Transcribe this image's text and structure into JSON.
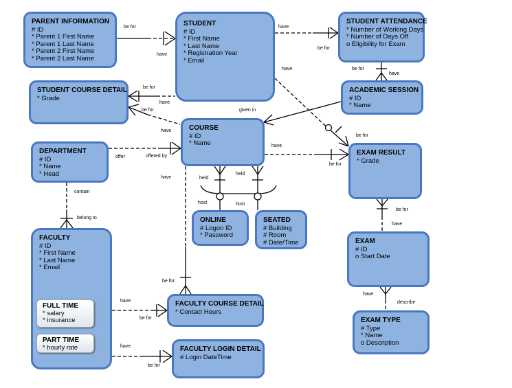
{
  "entities": {
    "parent": {
      "title": "PARENT INFORMATION",
      "attrs": [
        "# ID",
        "* Parent 1 First Name",
        "* Parent 1 Last Name",
        "* Parent 2 First Name",
        "* Parent 2 Last Name"
      ]
    },
    "student": {
      "title": "STUDENT",
      "attrs": [
        "# ID",
        "* First Name",
        "* Last Name",
        "* Registration Year",
        "* Email"
      ]
    },
    "attendance": {
      "title": "STUDENT ATTENDANCE",
      "attrs": [
        "* Number of Working Days",
        "* Number of Days Off",
        "o Eligibility for Exam"
      ]
    },
    "scd": {
      "title": "STUDENT COURSE DETAIL",
      "attrs": [
        "* Grade"
      ]
    },
    "session": {
      "title": "ACADEMIC SESSION",
      "attrs": [
        "# ID",
        "* Name"
      ]
    },
    "course": {
      "title": "COURSE",
      "attrs": [
        "# ID",
        "* Name"
      ]
    },
    "department": {
      "title": "DEPARTMENT",
      "attrs": [
        "# ID",
        "* Name",
        "* Head"
      ]
    },
    "examresult": {
      "title": "EXAM RESULT",
      "attrs": [
        "* Grade"
      ]
    },
    "online": {
      "title": "ONLINE",
      "attrs": [
        "# Logon ID",
        "* Password"
      ]
    },
    "seated": {
      "title": "SEATED",
      "attrs": [
        "# Building",
        "# Room",
        "# Date/Time"
      ]
    },
    "faculty": {
      "title": "FACULTY",
      "attrs": [
        "# ID",
        "* First Name",
        "* Last Name",
        "* Email"
      ]
    },
    "exam": {
      "title": "EXAM",
      "attrs": [
        "# ID",
        "o Start Date"
      ]
    },
    "fcd": {
      "title": "FACULTY COURSE DETAIL",
      "attrs": [
        "* Contact Hours"
      ]
    },
    "examtype": {
      "title": "EXAM TYPE",
      "attrs": [
        "# Type",
        "* Name",
        "o Description"
      ]
    },
    "fld": {
      "title": "FACULTY LOGIN DETAIL",
      "attrs": [
        "# Login DateTime"
      ]
    }
  },
  "subtypes": {
    "fulltime": {
      "title": "FULL TIME",
      "attrs": [
        "* salary",
        "* insurance"
      ]
    },
    "parttime": {
      "title": "PART TIME",
      "attrs": [
        "* hourly rate"
      ]
    }
  },
  "labels": {
    "l01": "be for",
    "l02": "have",
    "l03": "have",
    "l04": "be for",
    "l05": "have",
    "l06": "be for",
    "l07": "have",
    "l08": "be for",
    "l09": "given in",
    "l10": "have",
    "l11": "be for",
    "l12": "offer",
    "l13": "offered by",
    "l14": "have",
    "l15": "be for",
    "l16": "have",
    "l17": "held",
    "l18": "held",
    "l19": "contain",
    "l20": "host",
    "l21": "host",
    "l22": "be for",
    "l23": "belong to",
    "l24": "have",
    "l25": "be for",
    "l26": "have",
    "l27": "describe",
    "l28": "have",
    "l29": "be for",
    "l30": "have",
    "l31": "be for"
  }
}
